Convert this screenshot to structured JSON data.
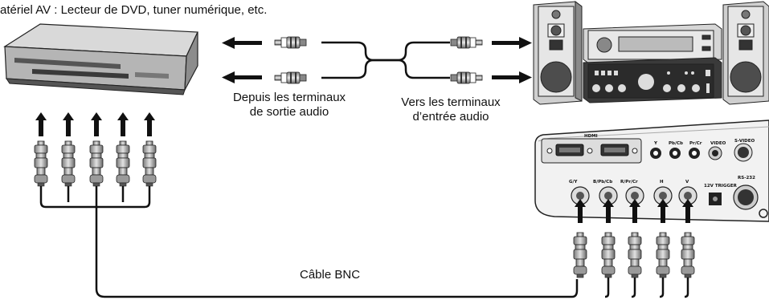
{
  "title": "atériel AV : Lecteur de DVD, tuner numérique, etc.",
  "labels": {
    "from_line1": "Depuis les terminaux",
    "from_line2": "de sortie audio",
    "to_line1": "Vers les terminaux",
    "to_line2": "d’entrée audio",
    "cable": "Câble BNC"
  },
  "panel": {
    "hdmi": "HDMI",
    "y": "Y",
    "pb": "Pb/Cb",
    "pr": "Pr/Cr",
    "video": "VIDEO",
    "svideo": "S-VIDEO",
    "gy": "G/Y",
    "bpb": "B/Pb/Cb",
    "rpr": "R/Pr/Cr",
    "h": "H",
    "v": "V",
    "trigger": "12V TRIGGER",
    "rs232": "RS-232"
  }
}
